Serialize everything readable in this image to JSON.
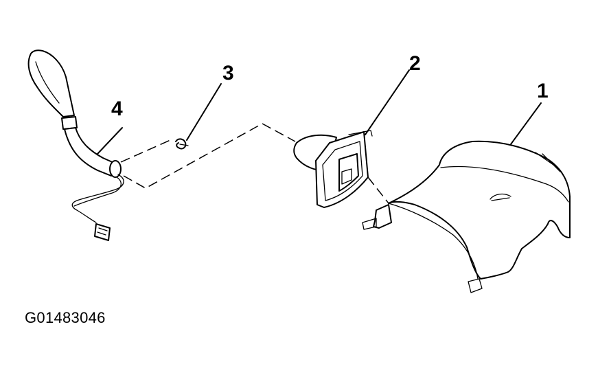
{
  "figure_id": "G01483046",
  "callouts": [
    {
      "label": "1",
      "part": "steering-column-cover"
    },
    {
      "label": "2",
      "part": "shift-lever-boot"
    },
    {
      "label": "3",
      "part": "retaining-clip"
    },
    {
      "label": "4",
      "part": "shift-lever-knob"
    }
  ],
  "colors": {
    "ink": "#000000",
    "background": "#ffffff"
  }
}
